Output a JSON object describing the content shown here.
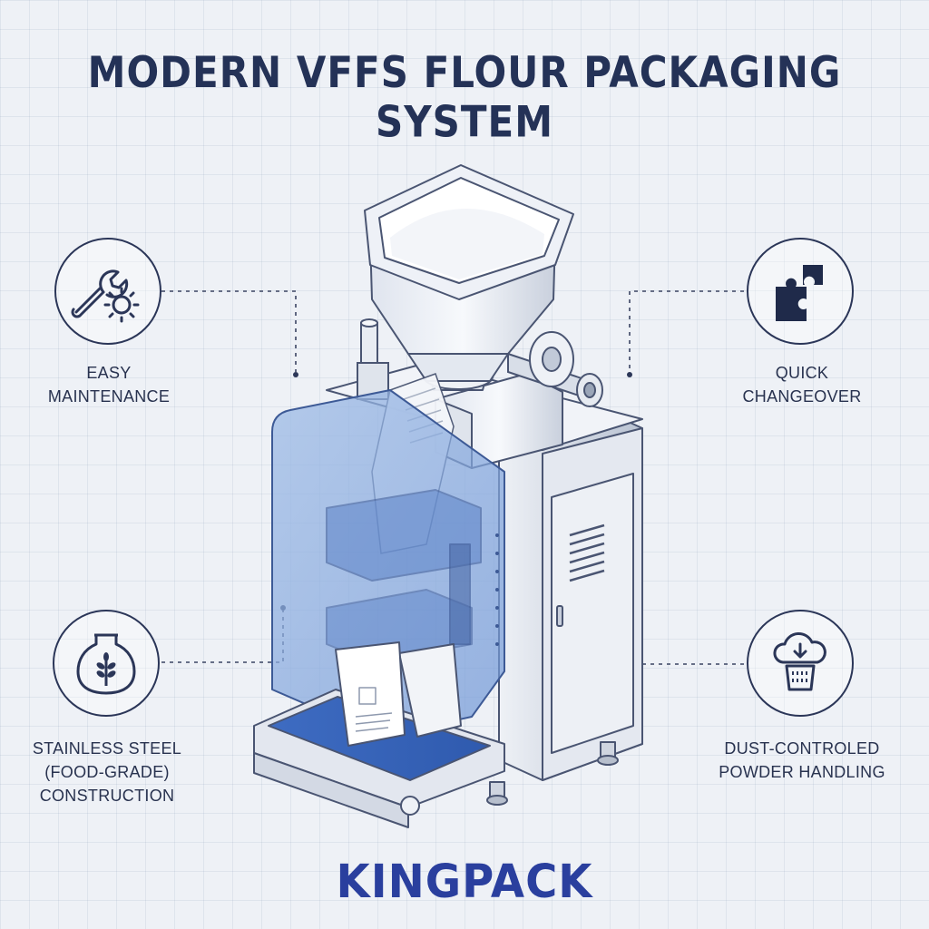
{
  "title": "MODERN VFFS FLOUR PACKAGING SYSTEM",
  "brand": "KINGPACK",
  "features": {
    "easy_maintenance": {
      "line1": "EASY",
      "line2": "MAINTENANCE",
      "icon": "wrench-gear-icon"
    },
    "quick_changeover": {
      "line1": "QUICK",
      "line2": "CHANGEOVER",
      "icon": "puzzle-icon"
    },
    "stainless_steel": {
      "line1": "STAINLESS STEEL",
      "line2": "(FOOD-GRADE)",
      "line3": "CONSTRUCTION",
      "icon": "flour-jar-icon"
    },
    "dust_controlled": {
      "line1": "DUST-CONTROLED",
      "line2": "POWDER HANDLING",
      "icon": "dust-filter-icon"
    }
  },
  "colors": {
    "title": "#243257",
    "brand": "#2a3f9e",
    "accent_blue": "#3f6fc4",
    "line": "#2b3658"
  }
}
